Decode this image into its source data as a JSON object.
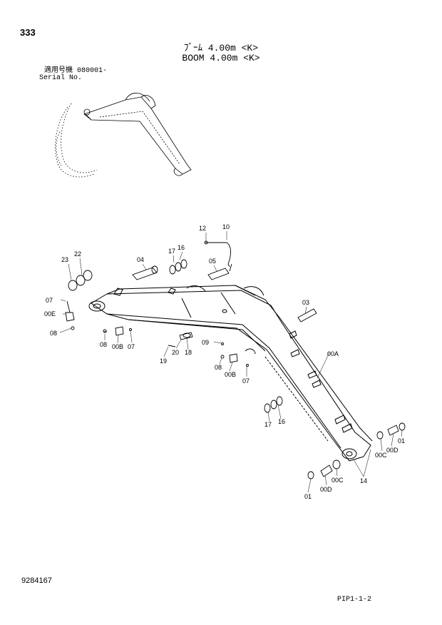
{
  "page_number": "333",
  "title_jp": "ﾌﾞｰﾑ 4.00m <K>",
  "title_en": "BOOM 4.00m <K>",
  "serial_label_jp": "適用号機",
  "serial_range": "080001-",
  "serial_label_en": "Serial No.",
  "drawing_number": "9284167",
  "reference_code": "PIP1-1-2",
  "part_labels": {
    "p12": "12",
    "p10": "10",
    "p23": "23",
    "p22": "22",
    "p04": "04",
    "p17a": "17",
    "p16a": "16",
    "p05": "05",
    "p07a": "07",
    "p00e": "00E",
    "p08a": "08",
    "p08b": "08",
    "p00ba": "00B",
    "p07b": "07",
    "p20": "20",
    "p18": "18",
    "p19": "19",
    "p09": "09",
    "p08c": "08",
    "p00bb": "00B",
    "p07c": "07",
    "p03": "03",
    "p00a": "00A",
    "p17b": "17",
    "p16b": "16",
    "p01a": "01",
    "p00da": "00D",
    "p00ca": "00C",
    "p14": "14",
    "p01b": "01",
    "p00db": "00D",
    "p00cb": "00C"
  }
}
